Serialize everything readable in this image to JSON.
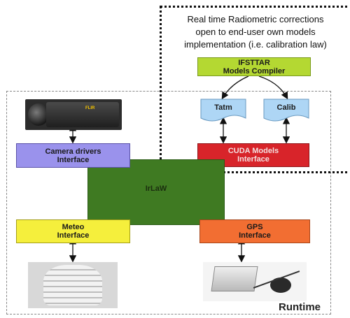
{
  "diagram": {
    "realtime_caption": [
      "Real time Radiometric corrections",
      "open to end-user own models",
      "implementation (i.e.  calibration law)"
    ],
    "runtime_label": "Runtime",
    "compiler": [
      "IFSTTAR",
      "Models Compiler"
    ],
    "tatm_label": "Tatm",
    "calib_label": "Calib",
    "cuda": [
      "CUDA Models",
      "Interface"
    ],
    "camera_drivers": [
      "Camera drivers",
      "Interface"
    ],
    "irlaw_label": "IrLaW",
    "meteo": [
      "Meteo",
      "Interface"
    ],
    "gps": [
      "GPS",
      "Interface"
    ],
    "camera_brand": "FLIR",
    "colors": {
      "compiler": "#b4d832",
      "doc": "#aed6f5",
      "cuda": "#d8242a",
      "camera_drivers": "#9a92ec",
      "irlaw": "#3f7a22",
      "meteo": "#f5ef3c",
      "gps": "#f26e32"
    }
  }
}
